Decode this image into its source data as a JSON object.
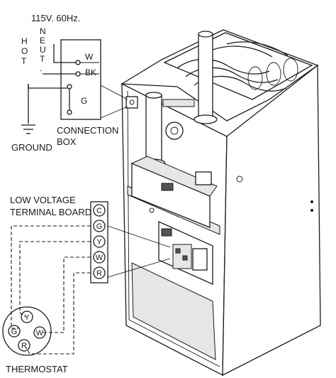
{
  "supply": {
    "rating": "115V. 60Hz.",
    "hot_label": "HOT",
    "neut_label": "NEUT.",
    "w_label": "W",
    "bk_label": "BK",
    "g_label": "G"
  },
  "ground_label": "GROUND",
  "connection_box": {
    "line1": "CONNECTION",
    "line2": "BOX"
  },
  "terminal_board": {
    "title_line1": "LOW VOLTAGE",
    "title_line2": "TERMINAL BOARD",
    "terminals": [
      "C",
      "G",
      "Y",
      "W",
      "R"
    ]
  },
  "thermostat": {
    "label": "THERMOSTAT",
    "terminals": [
      "Y",
      "G",
      "W",
      "R"
    ]
  }
}
